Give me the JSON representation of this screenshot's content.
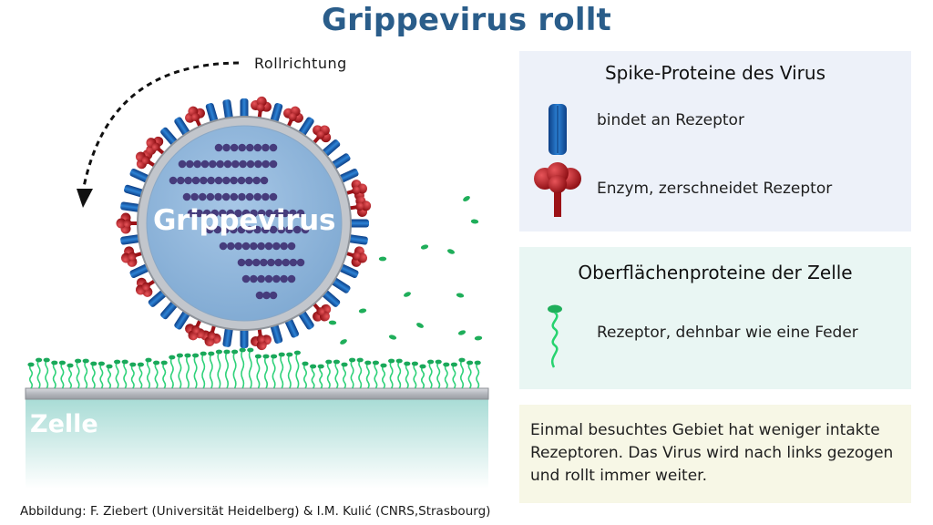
{
  "title": "Grippevirus rollt",
  "diagram": {
    "roll_direction_label": "Rollrichtung",
    "virus_label": "Grippevirus",
    "cell_label": "Zelle"
  },
  "legend": {
    "virus_panel": {
      "title": "Spike-Proteine des Virus",
      "items": [
        {
          "icon": "blue-spike-protein-icon",
          "text": "bindet an Rezeptor"
        },
        {
          "icon": "red-enzyme-protein-icon",
          "text": "Enzym, zerschneidet Rezeptor"
        }
      ]
    },
    "cell_panel": {
      "title": "Oberflächenproteine der Zelle",
      "items": [
        {
          "icon": "green-receptor-spring-icon",
          "text": "Rezeptor, dehnbar wie eine Feder"
        }
      ]
    }
  },
  "note": "Einmal besuchtes Gebiet hat weniger intakte Rezeptoren. Das Virus wird nach links gezogen und rollt immer weiter.",
  "credit": "Abbildung: F. Ziebert (Universität Heidelberg) & I.M. Kulić (CNRS,Strasbourg)",
  "colors": {
    "title": "#2a5d8a",
    "spike_blue": "#1f67b5",
    "enzyme_red": "#b3161b",
    "receptor_green": "#22c46a",
    "rna_purple": "#4a3f7f",
    "virus_core": "#92b8dc"
  }
}
